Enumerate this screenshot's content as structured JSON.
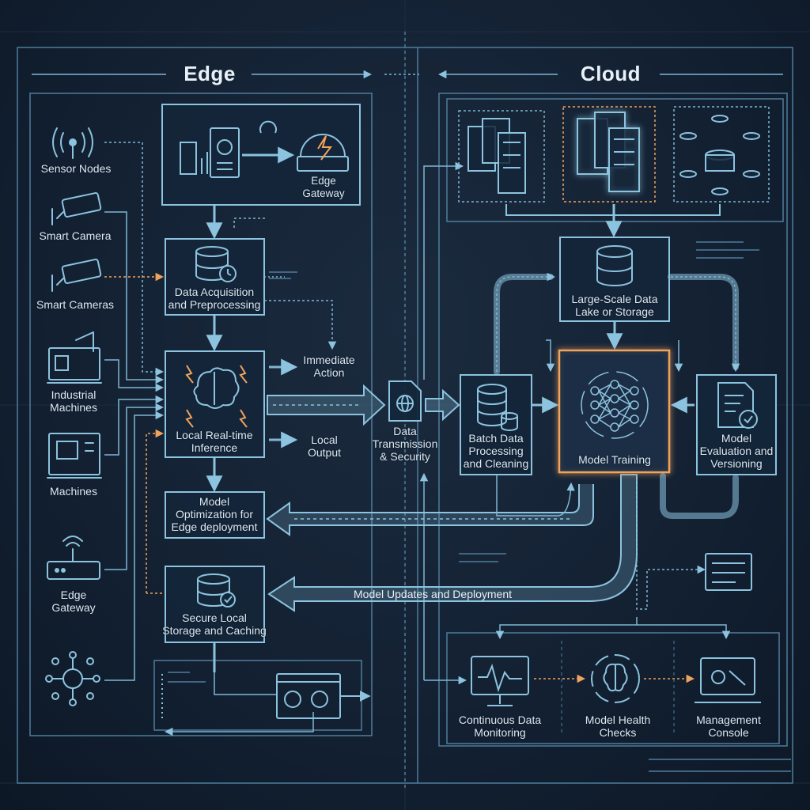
{
  "sections": {
    "edge": "Edge",
    "cloud": "Cloud"
  },
  "sources": {
    "sensor_nodes": "Sensor Nodes",
    "smart_camera": "Smart Camera",
    "smart_cameras": "Smart Cameras",
    "industrial_machines": "Industrial\nMachines",
    "machines": "Machines",
    "edge_gateway_source": "Edge\nGateway"
  },
  "edge": {
    "edge_gateway": "Edge\nGateway",
    "acquisition": "Data Acquisition\nand Preprocessing",
    "inference": "Local Real-time\nInference",
    "immediate_action": "Immediate\nAction",
    "local_output": "Local\nOutput",
    "optimization": "Model\nOptimization for\nEdge deployment",
    "storage": "Secure Local\nStorage and Caching"
  },
  "transmission": "Data\nTransmission\n& Security",
  "cloud": {
    "data_lake": "Large-Scale Data\nLake or Storage",
    "batch": "Batch Data\nProcessing\nand Cleaning",
    "training": "Model Training",
    "evaluation": "Model\nEvaluation and\nVersioning",
    "updates": "Model Updates and Deployment",
    "monitoring": "Continuous Data\nMonitoring",
    "health": "Model Health\nChecks",
    "console": "Management\nConsole"
  },
  "colors": {
    "line": "#7fb6d4",
    "accent": "#f0a35c",
    "box_border": "#8cc3de",
    "text": "#dce8f1"
  }
}
